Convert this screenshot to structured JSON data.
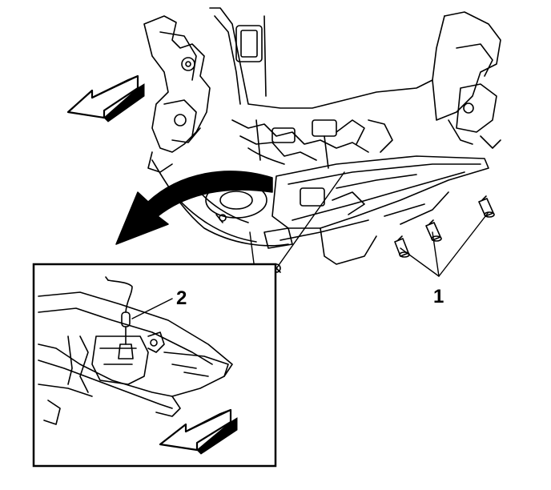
{
  "diagram": {
    "callouts": [
      {
        "id": "1",
        "label": "1"
      },
      {
        "id": "2",
        "label": "2"
      }
    ],
    "colors": {
      "line": "#000000",
      "background": "#ffffff",
      "arrow_fill": "#ffffff"
    },
    "icons": [
      "direction-arrow-icon",
      "curved-arrow-icon"
    ]
  }
}
